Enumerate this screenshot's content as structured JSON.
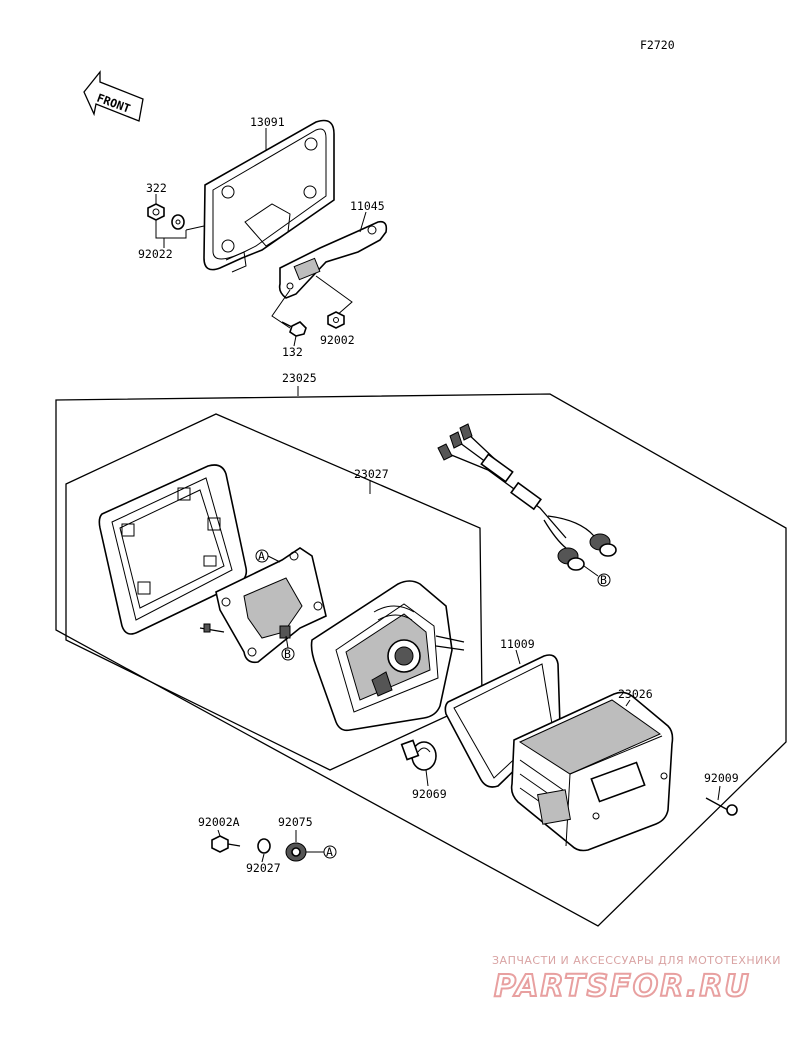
{
  "diagram": {
    "figure_code": "F2720",
    "front_label": "FRONT",
    "callout_letters": {
      "a": "A",
      "b": "B"
    },
    "parts": {
      "p13091": "13091",
      "p322": "322",
      "p92022": "92022",
      "p11045": "11045",
      "p132": "132",
      "p92002": "92002",
      "p23025": "23025",
      "p23027": "23027",
      "p11009": "11009",
      "p23026": "23026",
      "p92009": "92009",
      "p92069": "92069",
      "p92002A": "92002A",
      "p92075": "92075",
      "p92027": "92027"
    }
  },
  "watermark": {
    "tagline": "ЗАПЧАСТИ И АКСЕССУАРЫ ДЛЯ МОТОТЕХНИКИ",
    "logo": "PARTSFOR.RU"
  }
}
